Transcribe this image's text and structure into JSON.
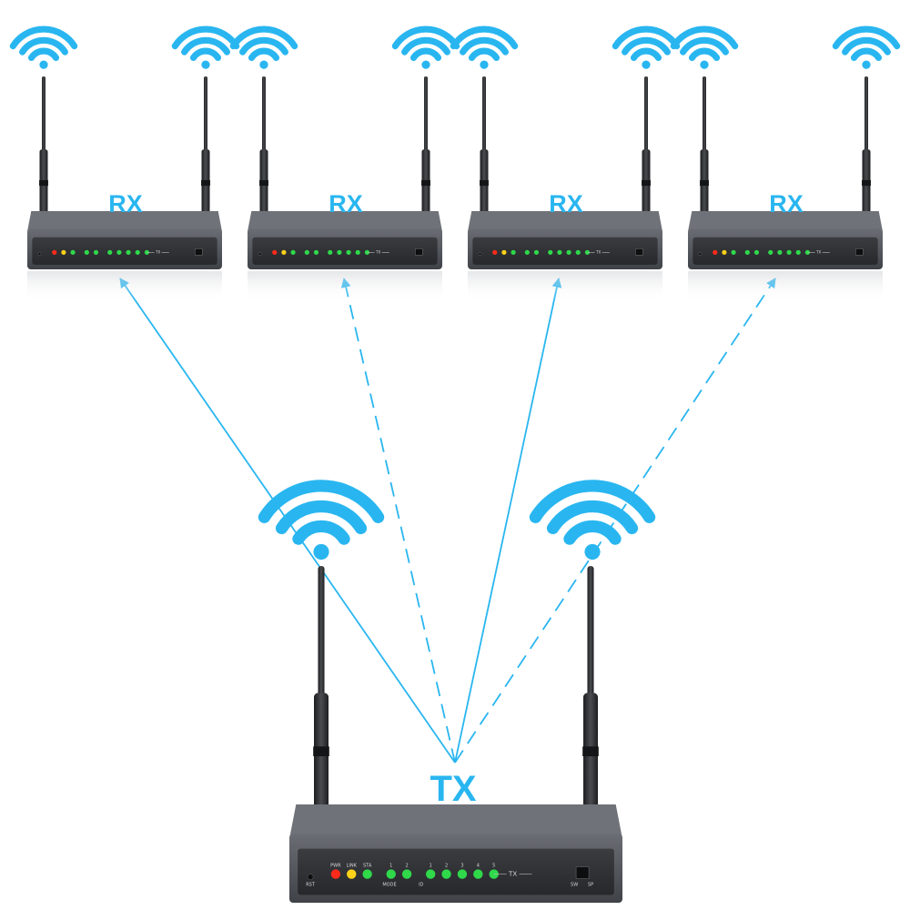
{
  "colors": {
    "accent": "#29b6f0",
    "device_body": "#5a5d63",
    "antenna": "#2a2c2f",
    "led_red": "#ff2a1a",
    "led_yellow": "#ffd21a",
    "led_green": "#2fd94a"
  },
  "receivers": [
    {
      "label": "RX",
      "panel_tag": "TX"
    },
    {
      "label": "RX",
      "panel_tag": "TX"
    },
    {
      "label": "RX",
      "panel_tag": "TX"
    },
    {
      "label": "RX",
      "panel_tag": "TX"
    }
  ],
  "transmitter": {
    "label": "TX",
    "panel_tag": "TX",
    "led_labels": [
      "PWR",
      "LINK",
      "STA",
      "1",
      "2",
      "1",
      "2",
      "3",
      "4",
      "5"
    ],
    "group_labels": [
      "MODE",
      "ID"
    ],
    "button_labels": [
      "RST",
      "SW",
      "SP"
    ]
  },
  "links": [
    {
      "from": "TX",
      "to": "RX-1",
      "style": "solid"
    },
    {
      "from": "TX",
      "to": "RX-2",
      "style": "dashed"
    },
    {
      "from": "TX",
      "to": "RX-3",
      "style": "solid"
    },
    {
      "from": "TX",
      "to": "RX-4",
      "style": "dashed"
    }
  ],
  "icons": [
    "wifi-signal-icon",
    "antenna-icon"
  ]
}
